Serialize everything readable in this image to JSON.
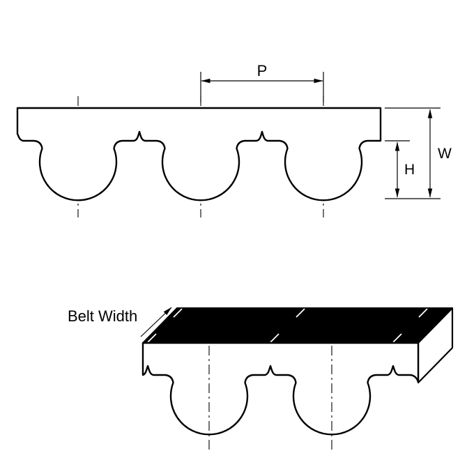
{
  "diagram": {
    "labels": {
      "pitch": "P",
      "width": "W",
      "height": "H",
      "belt_width": "Belt Width"
    },
    "colors": {
      "line": "#000000",
      "fill": "#ffffff",
      "top_surface": "#000000",
      "background": "#ffffff"
    }
  }
}
